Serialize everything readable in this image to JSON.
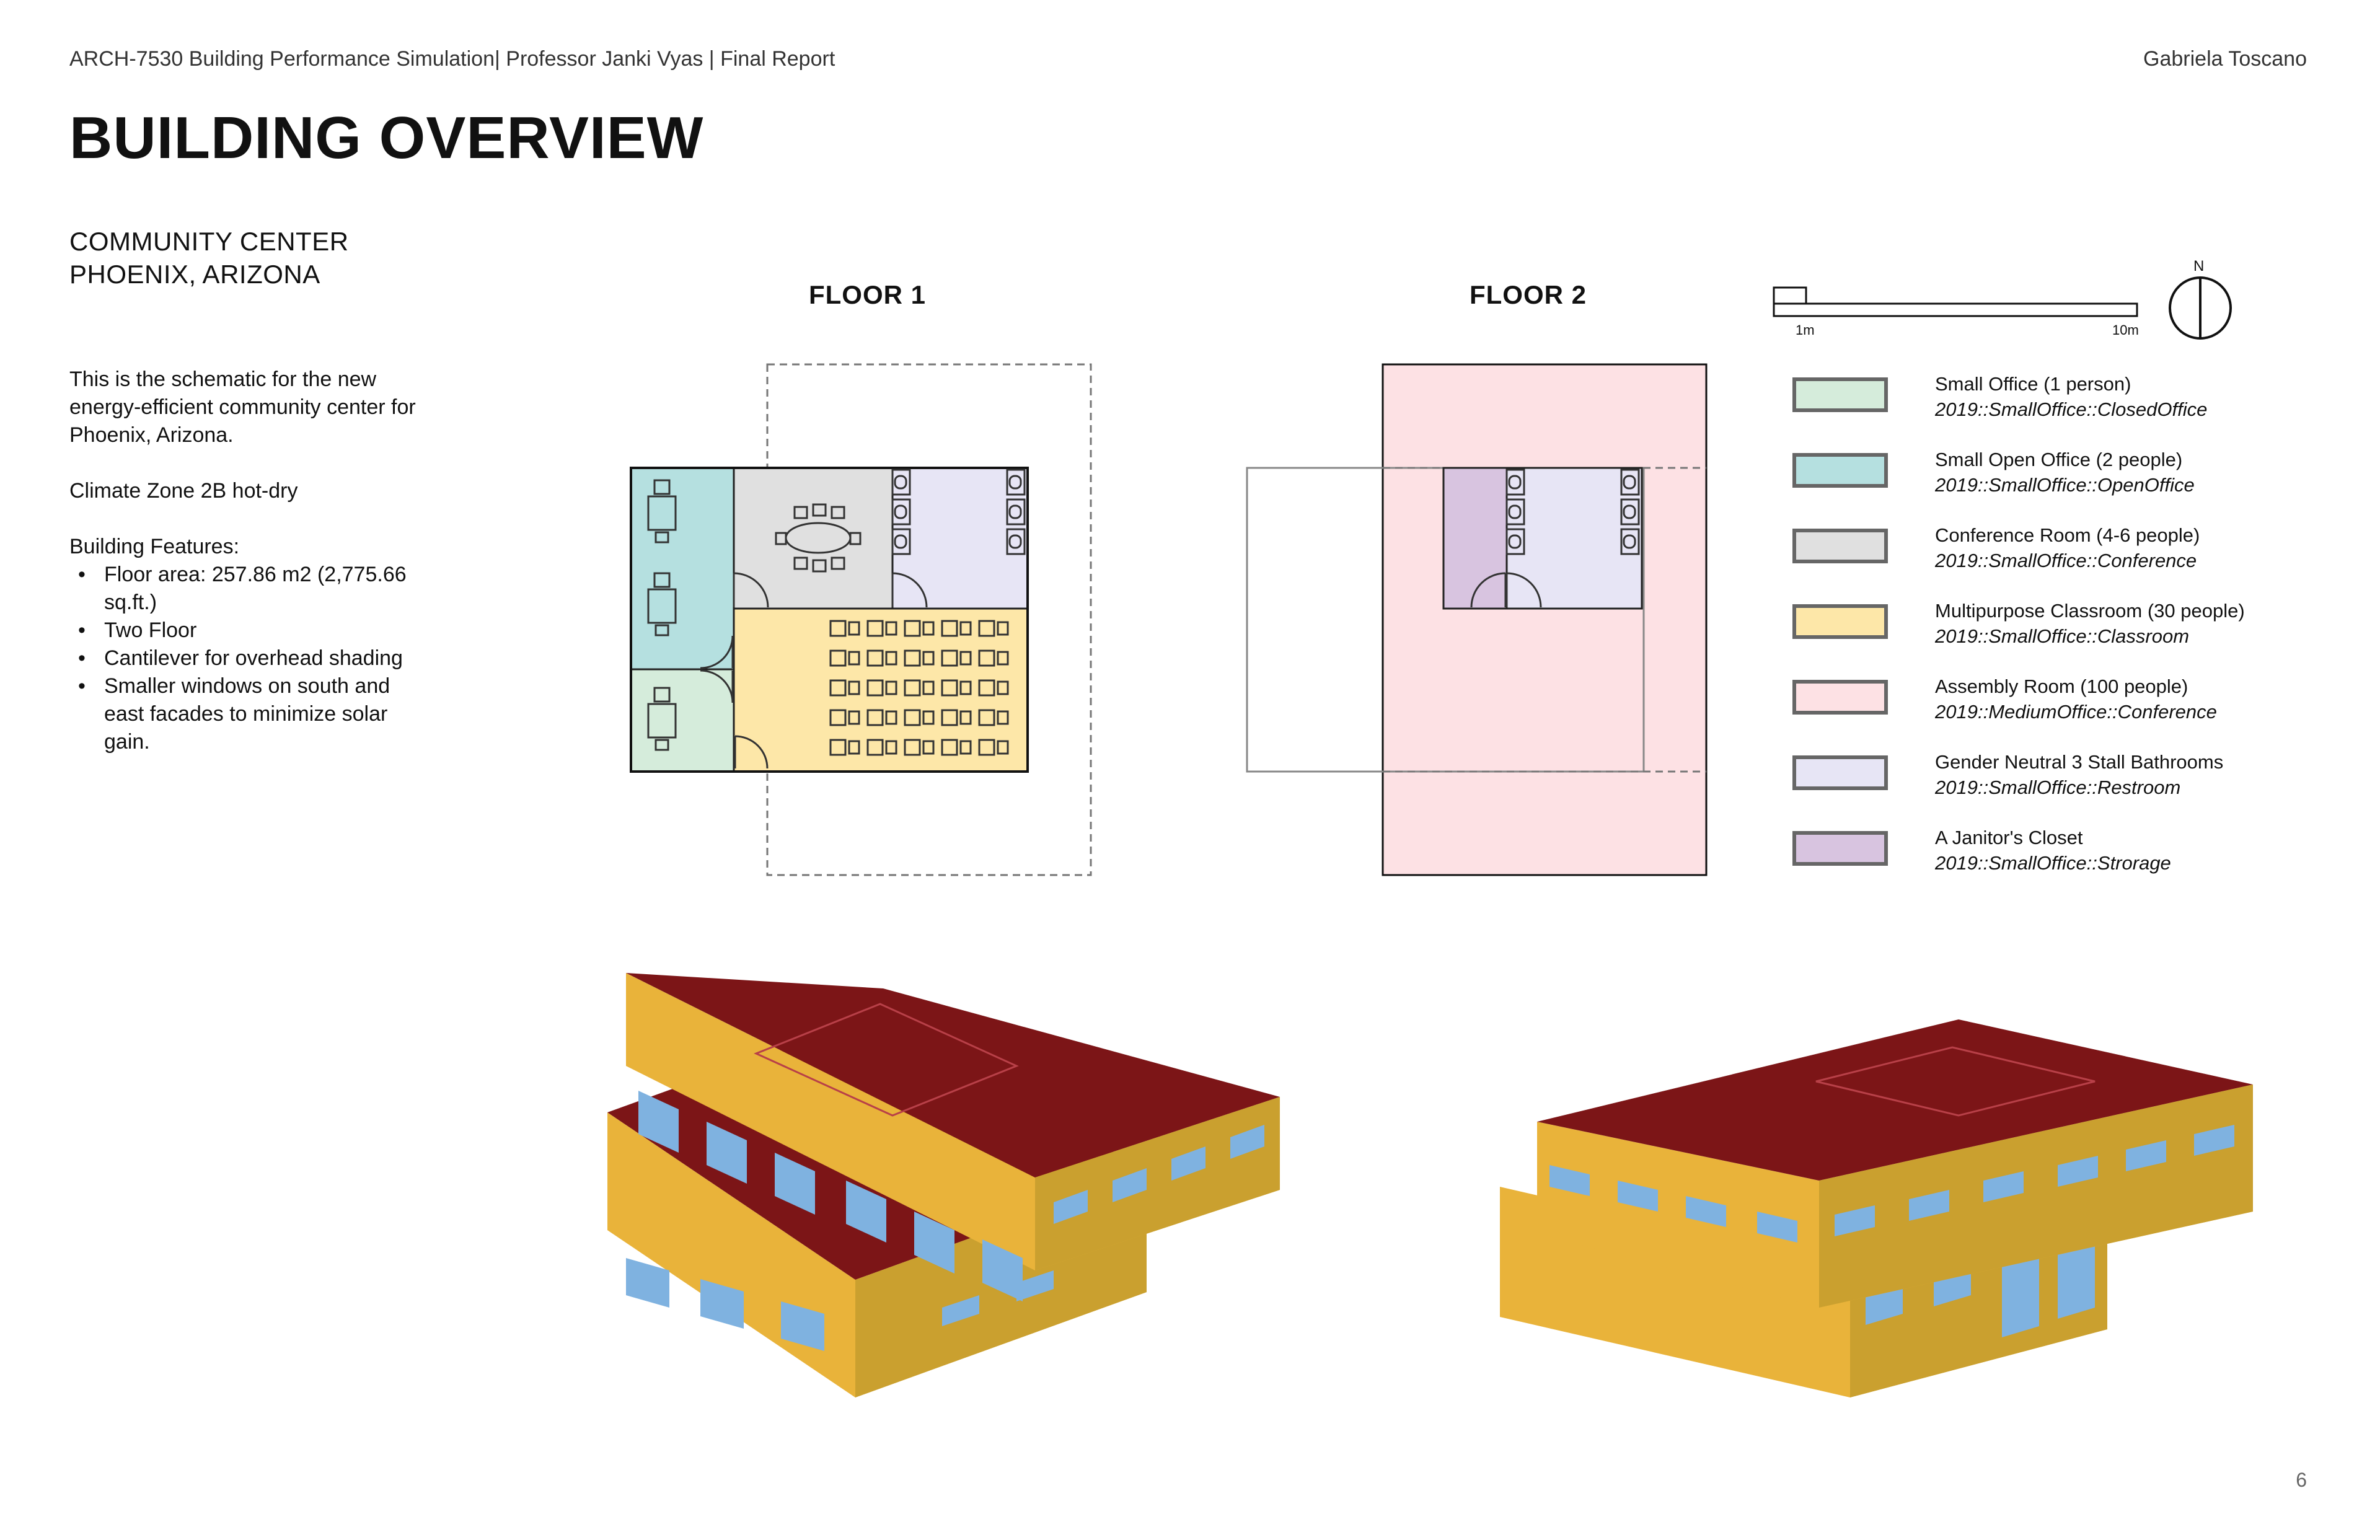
{
  "header": {
    "left": "ARCH-7530 Building Performance Simulation| Professor Janki Vyas | Final Report",
    "right": "Gabriela Toscano"
  },
  "title": "BUILDING OVERVIEW",
  "project": {
    "line1": "COMMUNITY CENTER",
    "line2": "PHOENIX, ARIZONA"
  },
  "description": {
    "intro": "This is the schematic for the new energy-efficient community center for Phoenix, Arizona.",
    "climate": "Climate Zone 2B hot-dry",
    "features_title": "Building Features:",
    "features": [
      "Floor area: 257.86 m2 (2,775.66 sq.ft.)",
      "Two Floor",
      "Cantilever for overhead shading",
      "Smaller windows on south and east facades to minimize solar gain."
    ]
  },
  "floors": {
    "floor1": "FLOOR 1",
    "floor2": "FLOOR 2"
  },
  "scale": {
    "north": "N",
    "min": "1m",
    "max": "10m"
  },
  "legend": [
    {
      "name": "Small Office (1 person)",
      "code": "2019::SmallOffice::ClosedOffice",
      "color": "#d5ecdb"
    },
    {
      "name": "Small Open Office (2 people)",
      "code": "2019::SmallOffice::OpenOffice",
      "color": "#b5e0e0"
    },
    {
      "name": "Conference Room (4-6 people)",
      "code": "2019::SmallOffice::Conference",
      "color": "#e0e0e0"
    },
    {
      "name": "Multipurpose Classroom (30 people)",
      "code": "2019::SmallOffice::Classroom",
      "color": "#fde7a8"
    },
    {
      "name": "Assembly Room (100 people)",
      "code": "2019::MediumOffice::Conference",
      "color": "#fde1e4"
    },
    {
      "name": "Gender Neutral 3 Stall Bathrooms",
      "code": "2019::SmallOffice::Restroom",
      "color": "#e7e5f5"
    },
    {
      "name": "A Janitor's Closet",
      "code": "2019::SmallOffice::Strorage",
      "color": "#d8c4e0"
    }
  ],
  "colors": {
    "roof": "#7c1517",
    "wall_light": "#e9b33a",
    "wall_dark": "#caa02f",
    "glass": "#7fb2e0"
  },
  "page_number": "6"
}
